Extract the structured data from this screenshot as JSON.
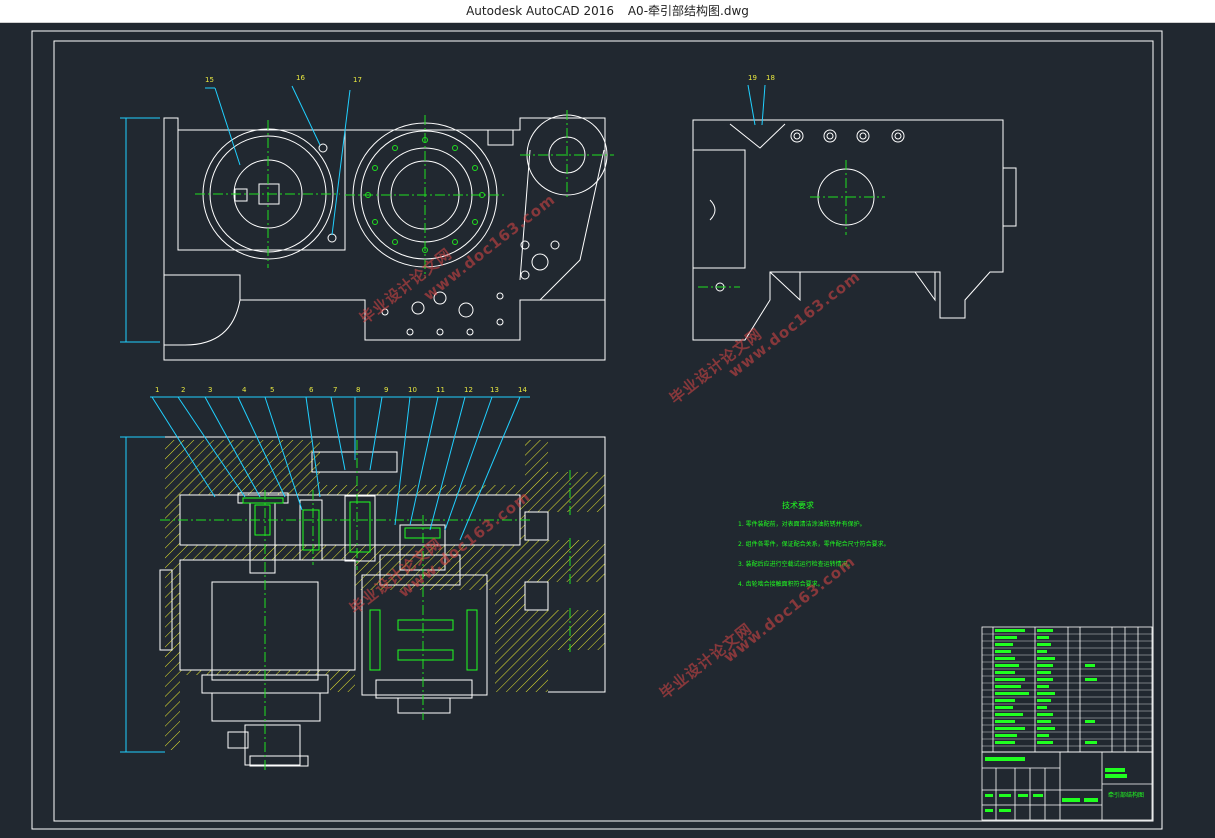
{
  "window": {
    "app_name": "Autodesk AutoCAD 2016",
    "document_name": "A0-牵引部结构图.dwg"
  },
  "colors": {
    "background": "#212830",
    "line": "#ffffff",
    "centerline": "#20e020",
    "leader": "#20d0ff",
    "hatch": "#e8e830",
    "label": "#e8e840",
    "watermark": "#dc4646",
    "table_text": "#20ff20"
  },
  "drawing": {
    "top_left_balloons": [
      "15",
      "16",
      "17"
    ],
    "top_right_balloons": [
      "19",
      "18"
    ],
    "section_balloons": [
      "1",
      "2",
      "3",
      "4",
      "5",
      "6",
      "7",
      "8",
      "9",
      "10",
      "11",
      "12",
      "13",
      "14"
    ],
    "technical_requirements": {
      "title": "技术要求",
      "items": [
        "1. 零件装配前，对表面清洁涂油防锈并有保护。",
        "2. 组件各零件，保证配合关系，零件配合尺寸符合要求。",
        "3. 装配后应进行空载试运行检查运转情况。",
        "4. 齿轮啮合接触面积符合要求。"
      ]
    },
    "watermarks": [
      "毕业设计论文网",
      "www.doc163.com"
    ],
    "title_block_name": "牵引部结构图"
  }
}
